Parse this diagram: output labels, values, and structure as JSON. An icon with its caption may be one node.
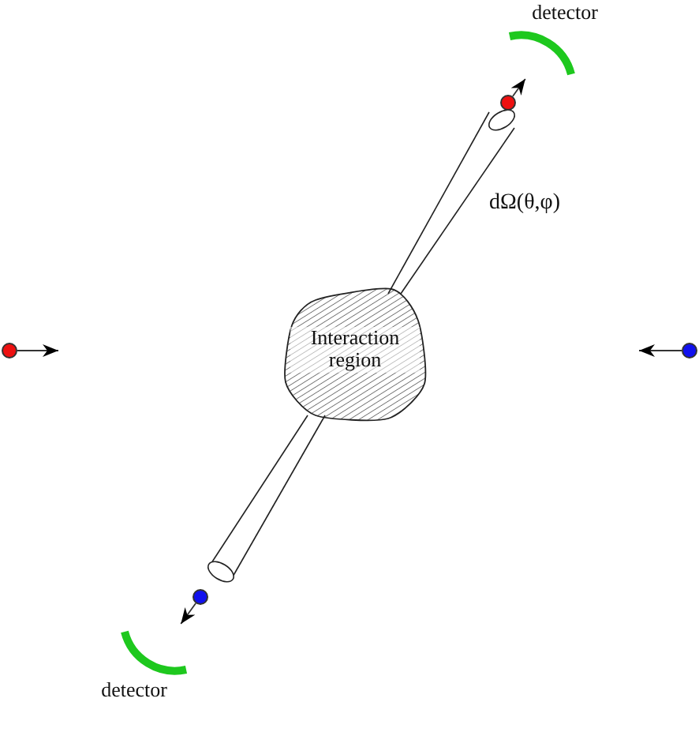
{
  "diagram": {
    "nodes": [
      {
        "text": [
          "Interaction region"
        ]
      },
      {
        "text": [
          "detector"
        ]
      },
      {
        "text": [
          "detector"
        ]
      },
      {
        "text": [],
        "shape": "circle"
      },
      {
        "text": [],
        "shape": "circle"
      },
      {
        "text": [],
        "shape": "circle"
      },
      {
        "text": [],
        "shape": "circle"
      }
    ],
    "edges": [
      {
        "from": 3,
        "to": null,
        "arrow": "to"
      },
      {
        "from": 4,
        "to": null,
        "arrow": "to"
      },
      {
        "from": 5,
        "to": 1,
        "arrow": "to"
      },
      {
        "from": 6,
        "to": 2,
        "arrow": "to"
      }
    ],
    "labels": [
      "dΩ(θ,φ)"
    ]
  }
}
